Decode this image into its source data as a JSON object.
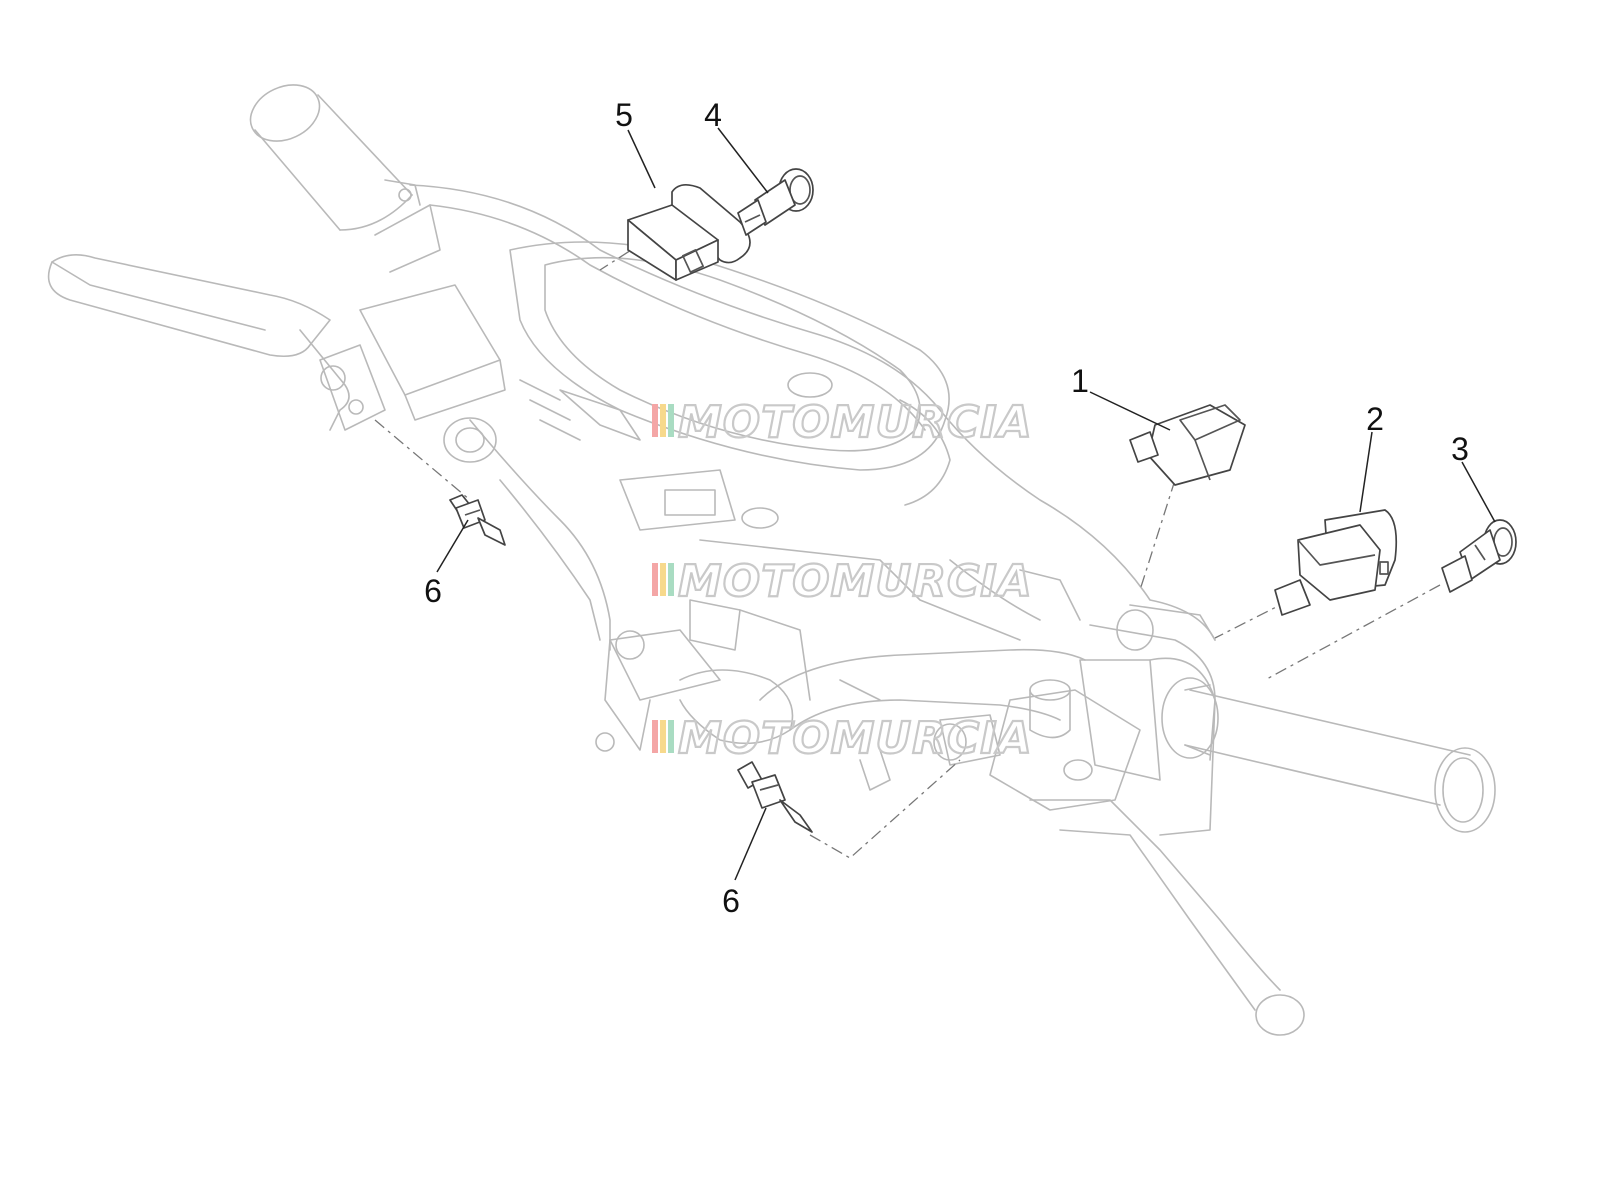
{
  "diagram": {
    "callouts": [
      {
        "id": "1",
        "label": "1"
      },
      {
        "id": "2",
        "label": "2"
      },
      {
        "id": "3",
        "label": "3"
      },
      {
        "id": "4",
        "label": "4"
      },
      {
        "id": "5",
        "label": "5"
      },
      {
        "id": "6a",
        "label": "6"
      },
      {
        "id": "6b",
        "label": "6"
      }
    ]
  },
  "watermark": {
    "text": "MOTOMURCIA",
    "colors": [
      "#f4a6a6",
      "#f7d98c",
      "#a9dcc2"
    ]
  }
}
